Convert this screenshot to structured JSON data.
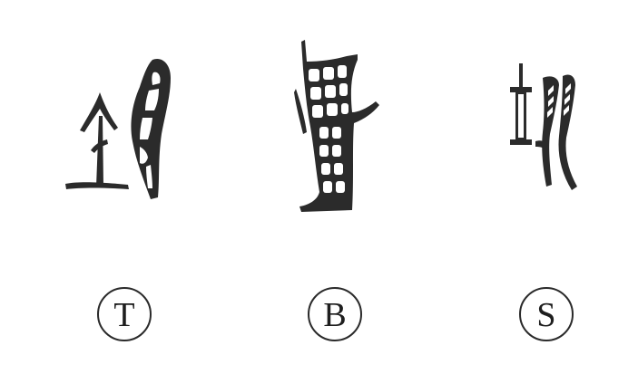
{
  "characters": [
    {
      "id": "T",
      "label": "T",
      "icon": "ancient-character-t-icon"
    },
    {
      "id": "B",
      "label": "B",
      "icon": "ancient-character-b-icon"
    },
    {
      "id": "S",
      "label": "S",
      "icon": "ancient-character-s-icon"
    }
  ],
  "colors": {
    "ink": "#2b2b2b",
    "background": "#ffffff",
    "label_ring": "#2a2a2a"
  }
}
